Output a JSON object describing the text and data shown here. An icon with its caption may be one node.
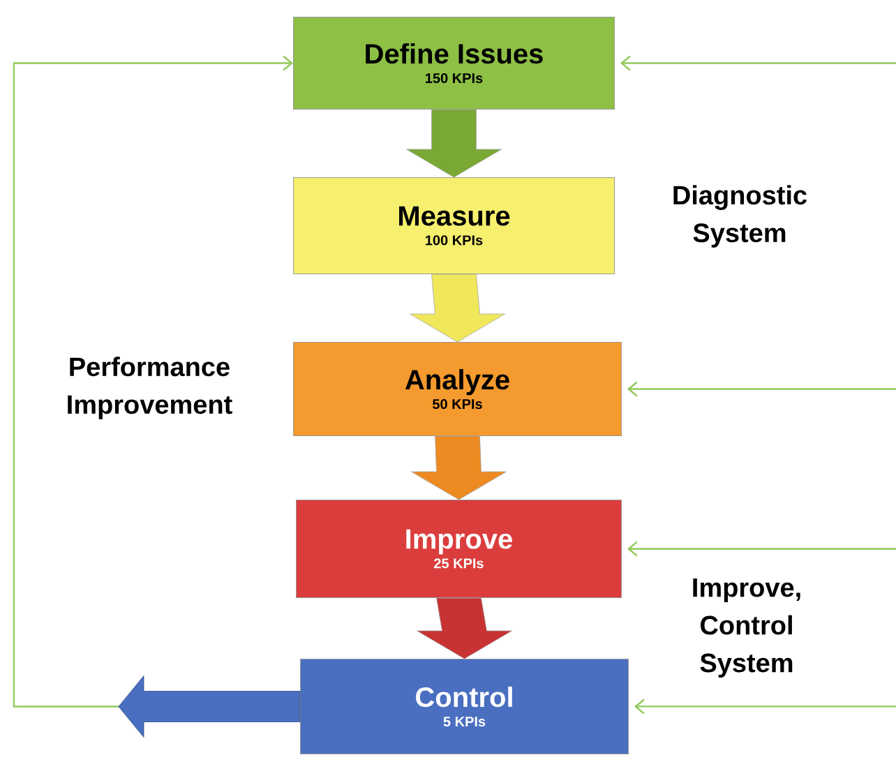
{
  "diagram": {
    "nodes": [
      {
        "text": [
          "Define Issues",
          "150 KPIs"
        ]
      },
      {
        "text": [
          "Measure",
          "100 KPIs"
        ]
      },
      {
        "text": [
          "Analyze",
          "50 KPIs"
        ]
      },
      {
        "text": [
          "Improve",
          "25 KPIs"
        ]
      },
      {
        "text": [
          "Control",
          "5 KPIs"
        ]
      }
    ],
    "edges": [
      {
        "from": 0,
        "to": 1,
        "arrow": "to",
        "style": "thick",
        "color": "#7aa834"
      },
      {
        "from": 1,
        "to": 2,
        "arrow": "to",
        "style": "thick",
        "color": "#f0e85a"
      },
      {
        "from": 2,
        "to": 3,
        "arrow": "to",
        "style": "thick",
        "color": "#ee8a22"
      },
      {
        "from": 3,
        "to": 4,
        "arrow": "to",
        "style": "thick",
        "color": "#c83232"
      },
      {
        "from": 4,
        "to": 0,
        "arrow": "to"
      },
      {
        "from": null,
        "to": 0,
        "arrow": "to"
      },
      {
        "from": null,
        "to": 2,
        "arrow": "to"
      },
      {
        "from": null,
        "to": 3,
        "arrow": "to"
      },
      {
        "from": null,
        "to": 4,
        "arrow": "to"
      }
    ],
    "labels": [
      "Diagnostic System",
      "Performance Improvement",
      "Improve, Control System"
    ]
  }
}
